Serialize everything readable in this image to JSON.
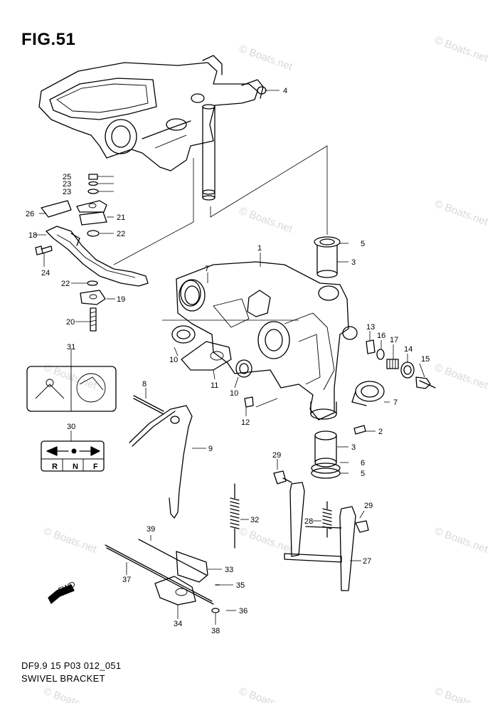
{
  "figure": {
    "title": "FIG.51",
    "model_code": "DF9.9 15 P03 012_051",
    "section_name": "SWIVEL BRACKET",
    "watermark": "© Boats.net"
  },
  "diagram": {
    "callouts": [
      {
        "num": "1",
        "part": "swivel-bracket"
      },
      {
        "num": "2",
        "part": "grease-nipple"
      },
      {
        "num": "3",
        "part": "bushing-upper"
      },
      {
        "num": "3",
        "part": "bushing-lower"
      },
      {
        "num": "4",
        "part": "steering-bracket-bolt"
      },
      {
        "num": "5",
        "part": "bushing-flange-upper"
      },
      {
        "num": "5",
        "part": "washer-lower"
      },
      {
        "num": "6",
        "part": "seal-lower"
      },
      {
        "num": "7",
        "part": "bushing-left"
      },
      {
        "num": "7",
        "part": "bushing-right"
      },
      {
        "num": "8",
        "part": "shaft-rod"
      },
      {
        "num": "9",
        "part": "lever-rod"
      },
      {
        "num": "10",
        "part": "seal-left"
      },
      {
        "num": "10",
        "part": "seal-center"
      },
      {
        "num": "11",
        "part": "plate"
      },
      {
        "num": "12",
        "part": "screw"
      },
      {
        "num": "13",
        "part": "pin"
      },
      {
        "num": "14",
        "part": "knob"
      },
      {
        "num": "15",
        "part": "bolt"
      },
      {
        "num": "16",
        "part": "washer"
      },
      {
        "num": "17",
        "part": "spring"
      },
      {
        "num": "18",
        "part": "plate-friction"
      },
      {
        "num": "19",
        "part": "washer-lower"
      },
      {
        "num": "20",
        "part": "bolt"
      },
      {
        "num": "21",
        "part": "plate-upper"
      },
      {
        "num": "22",
        "part": "washer-upper"
      },
      {
        "num": "22",
        "part": "washer-lower-2"
      },
      {
        "num": "23",
        "part": "washer-a"
      },
      {
        "num": "23",
        "part": "washer-b"
      },
      {
        "num": "24",
        "part": "bolt"
      },
      {
        "num": "25",
        "part": "nut"
      },
      {
        "num": "26",
        "part": "plate-bracket"
      },
      {
        "num": "27",
        "part": "tilt-lever"
      },
      {
        "num": "28",
        "part": "spring"
      },
      {
        "num": "29",
        "part": "bolt-left"
      },
      {
        "num": "29",
        "part": "bolt-right"
      },
      {
        "num": "30",
        "part": "shift-label"
      },
      {
        "num": "31",
        "part": "caution-label"
      },
      {
        "num": "32",
        "part": "spring"
      },
      {
        "num": "33",
        "part": "bracket"
      },
      {
        "num": "34",
        "part": "lever"
      },
      {
        "num": "35",
        "part": "pin"
      },
      {
        "num": "36",
        "part": "cotter-pin"
      },
      {
        "num": "37",
        "part": "shaft"
      },
      {
        "num": "38",
        "part": "washer"
      },
      {
        "num": "39",
        "part": "rod"
      }
    ],
    "shift_label": {
      "letters": [
        "R",
        "N",
        "F"
      ]
    },
    "fwd_arrow_text": "FWD"
  }
}
